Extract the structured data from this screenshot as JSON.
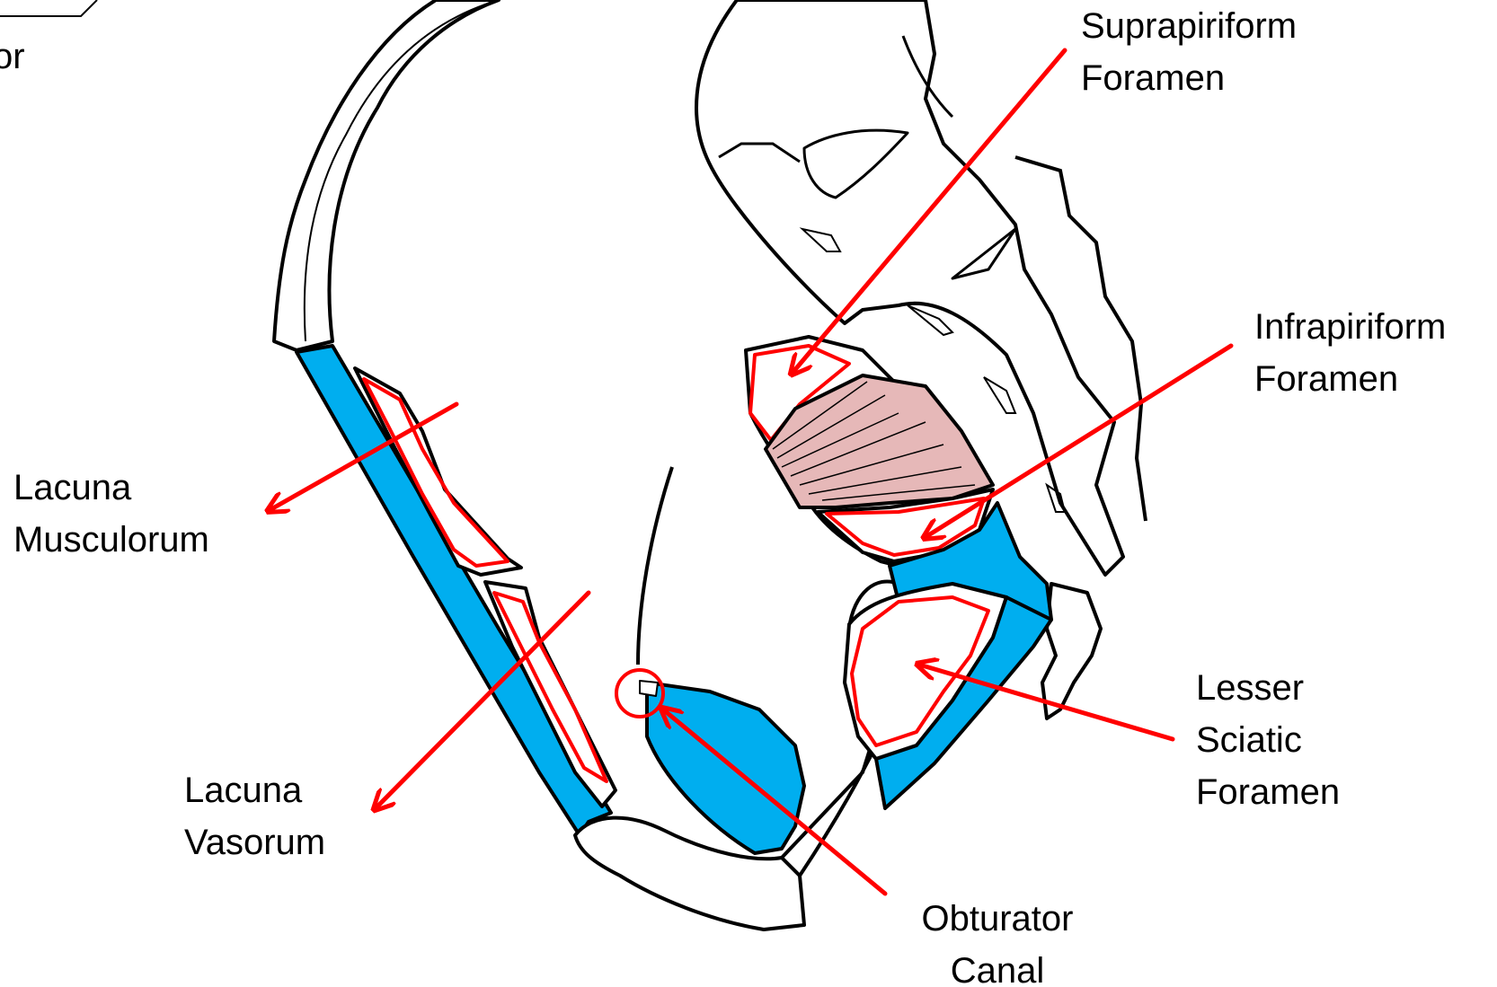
{
  "labels": {
    "partial_top_left": "or",
    "suprapiriform": [
      "Suprapiriform",
      "Foramen"
    ],
    "infrapiriform": [
      "Infrapiriform",
      "Foramen"
    ],
    "lacuna_musculorum": [
      "Lacuna",
      "Musculorum"
    ],
    "lacuna_vasorum": [
      "Lacuna",
      "Vasorum"
    ],
    "lesser_sciatic": [
      "Lesser",
      "Sciatic",
      "Foramen"
    ],
    "obturator_canal": [
      "Obturator",
      "Canal"
    ]
  },
  "colors": {
    "ligament_blue": "#00AEEF",
    "foramen_outline_red": "#FF0000",
    "piriformis_pink": "#E6B8B8",
    "outline_black": "#000000"
  }
}
